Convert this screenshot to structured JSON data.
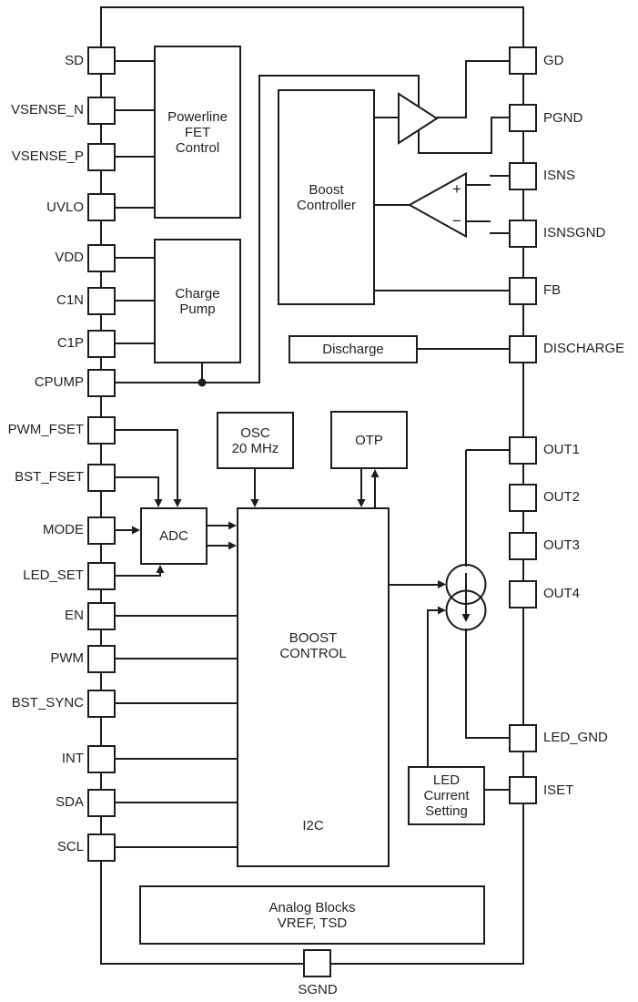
{
  "pins": {
    "left": [
      "SD",
      "VSENSE_N",
      "VSENSE_P",
      "UVLO",
      "VDD",
      "C1N",
      "C1P",
      "CPUMP",
      "PWM_FSET",
      "BST_FSET",
      "MODE",
      "LED_SET",
      "EN",
      "PWM",
      "BST_SYNC",
      "INT",
      "SDA",
      "SCL"
    ],
    "right": [
      "GD",
      "PGND",
      "ISNS",
      "ISNSGND",
      "FB",
      "DISCHARGE",
      "OUT1",
      "OUT2",
      "OUT3",
      "OUT4",
      "LED_GND",
      "ISET"
    ],
    "bottom": [
      "SGND"
    ]
  },
  "blocks": {
    "powerline_fet_control": "Powerline\nFET\nControl",
    "charge_pump": "Charge\nPump",
    "boost_controller": "Boost\nController",
    "discharge": "Discharge",
    "osc": "OSC\n20 MHz",
    "otp": "OTP",
    "adc": "ADC",
    "boost_control": "BOOST\nCONTROL",
    "i2c": "I2C",
    "led_current_setting": "LED\nCurrent\nSetting",
    "analog_blocks": "Analog Blocks\nVREF, TSD"
  },
  "symbols": {
    "comparator_plus": "+",
    "comparator_minus": "−"
  },
  "colors": {
    "line": "#1c1c1c",
    "text": "#231f20",
    "background": "#ffffff"
  }
}
